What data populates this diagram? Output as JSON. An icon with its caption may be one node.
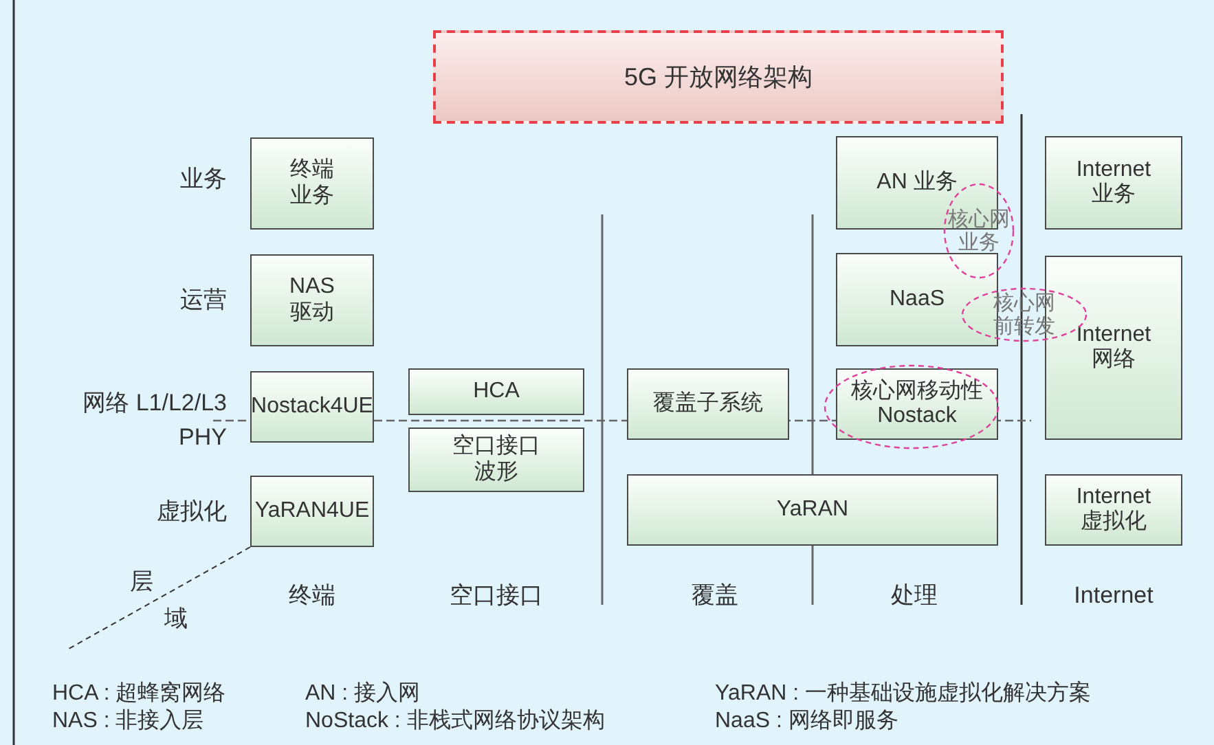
{
  "diagram": {
    "nodes": [
      {
        "text": [
          "5G 开放网络架构"
        ]
      },
      {
        "text": [
          "终端业务"
        ]
      },
      {
        "text": [
          "NAS 驱动"
        ]
      },
      {
        "text": [
          "Nostack4UE"
        ]
      },
      {
        "text": [
          "YaRAN4UE"
        ]
      },
      {
        "text": [
          "HCA"
        ]
      },
      {
        "text": [
          "空口接口波形"
        ]
      },
      {
        "text": [
          "覆盖子系统"
        ]
      },
      {
        "text": [
          "YaRAN"
        ]
      },
      {
        "text": [
          "AN 业务"
        ]
      },
      {
        "text": [
          "NaaS"
        ]
      },
      {
        "text": [
          "核心网移动性",
          "Nostack"
        ]
      },
      {
        "text": [
          "Internet 业务"
        ]
      },
      {
        "text": [
          "Internet 网络"
        ]
      },
      {
        "text": [
          "Internet 虚拟化"
        ]
      },
      {
        "text": [
          "核心网业务"
        ]
      },
      {
        "text": [
          "核心网前转发"
        ]
      }
    ],
    "labels": [
      "业务",
      "运营",
      "网络 L1/L2/L3",
      "PHY",
      "虚拟化",
      "层",
      "域",
      "终端",
      "空口接口",
      "覆盖",
      "处理",
      "Internet",
      "HCA : 超蜂窝网络",
      "AN : 接入网",
      "YaRAN : 一种基础设施虚拟化解决方案",
      "NAS : 非接入层",
      "NoStack : 非栈式网络协议架构",
      "NaaS : 网络即服务"
    ]
  }
}
